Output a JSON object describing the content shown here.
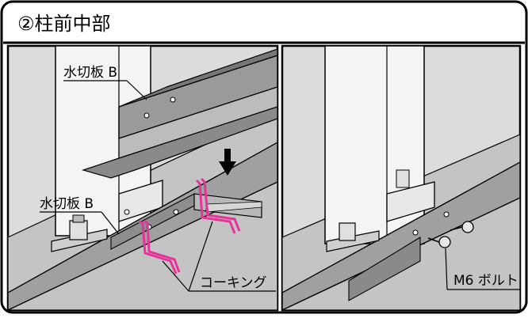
{
  "header": {
    "title": "②柱前中部"
  },
  "labels": {
    "left_plate_top": "水切板 B",
    "left_plate_mid": "水切板 B",
    "caulking": "コーキング",
    "bolt": "M6 ボルト"
  },
  "colors": {
    "border": "#000000",
    "background_panel": "#d8d8d8",
    "header_bg": "#ffffff",
    "metal_dark": "#7a7a7a",
    "metal_mid": "#a8a8a8",
    "metal_light": "#cfcfcf",
    "caulk": "#e6339a",
    "post": "#f4f4f4"
  },
  "icons": [
    "down-arrow-icon",
    "bolt-icon",
    "anchor-nut-icon"
  ]
}
